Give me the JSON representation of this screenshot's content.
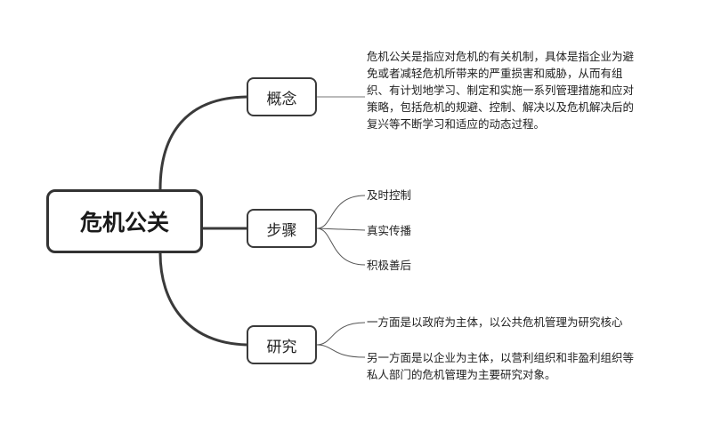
{
  "root": {
    "label": "危机公关"
  },
  "branches": {
    "concept": {
      "label": "概念",
      "children": [
        "危机公关是指应对危机的有关机制，具体是指企业为避免或者减轻危机所带来的严重损害和威胁，从而有组织、有计划地学习、制定和实施一系列管理措施和应对策略，包括危机的规避、控制、解决以及危机解决后的复兴等不断学习和适应的动态过程。"
      ]
    },
    "steps": {
      "label": "步骤",
      "children": [
        "及时控制",
        "真实传播",
        "积极善后"
      ]
    },
    "study": {
      "label": "研究",
      "children": [
        "一方面是以政府为主体，以公共危机管理为研究核心",
        "另一方面是以企业为主体，以营利组织和非盈利组织等私人部门的危机管理为主要研究对象。"
      ]
    }
  },
  "colors": {
    "line": "#3a3a3a",
    "thin_line": "#555555",
    "background": "#ffffff"
  }
}
